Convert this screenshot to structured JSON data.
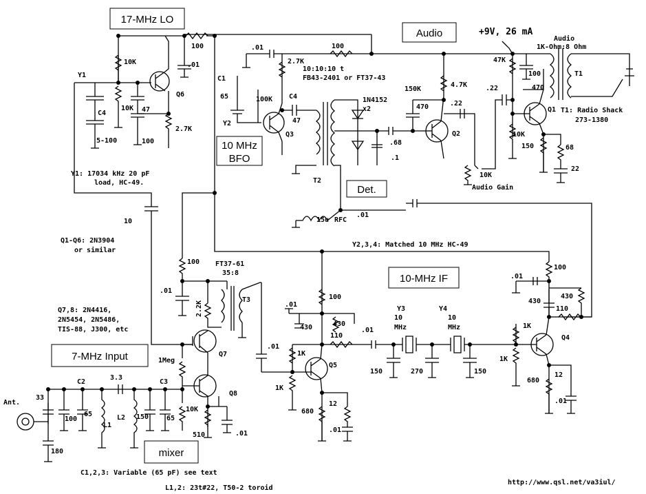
{
  "blocks": {
    "lo": "17-MHz LO",
    "audio": "Audio",
    "bfo_line1": "10 MHz",
    "bfo_line2": "BFO",
    "det": "Det.",
    "if": "10-MHz IF",
    "input": "7-MHz Input",
    "mixer": "mixer"
  },
  "supply": "+9V, 26 mA",
  "notes": {
    "y1_line1": "Y1: 17034 kHz 20 pF",
    "y1_line2": "load, HC-49.",
    "q1q6_line1": "Q1-Q6:  2N3904",
    "q1q6_line2": "or similar",
    "q78_line1": "Q7,8:  2N4416,",
    "q78_line2": "2N5454, 2N5486,",
    "q78_line3": "TIS-88, J300, etc",
    "crystals": "Y2,3,4:  Matched 10 MHz HC-49",
    "t2_line1": "10:10:10 t",
    "t2_line2": "FB43-2401 or FT37-43",
    "t1_line1": "T1: Radio Shack",
    "t1_line2": "273-1380",
    "audio_xfmr_line1": "Audio",
    "audio_xfmr_line2": "1K-Ohm:8 Ohm",
    "t3_line1": "FT37-61",
    "t3_line2": "35:8",
    "c123": "C1,2,3:  Variable (65 pF) see text",
    "l12": "L1,2:  23t#22, T50-2 toroid",
    "url": "http://www.qsl.net/va3iul/"
  },
  "labels": {
    "y1": "Y1",
    "c4_lo": "C4",
    "r10k_a": "10K",
    "r10k_b": "10K",
    "q6": "Q6",
    "c47_a": "47",
    "c100_a": "100",
    "r27k_a": "2.7K",
    "c5_100": "5-100",
    "r100_a": "100",
    "c01_a": ".01",
    "c01_b": ".01",
    "r27k_b": "2.7K",
    "r100_b": "100",
    "c1": "C1",
    "c65_a": "65",
    "r100k": "100K",
    "y2": "Y2",
    "q3": "Q3",
    "c4_bfo": "C4",
    "c47_b": "47",
    "d1": "1N4152",
    "d1x": "x2",
    "c68": ".68",
    "c1uf": ".1",
    "t2": "T2",
    "r47k_a": "4.7K",
    "r150k": "150K",
    "c470_a": "470",
    "c22_a": ".22",
    "q2": "Q2",
    "r10k_c": "10K",
    "audio_gain": "Audio Gain",
    "r47k_b": "47K",
    "c100_b": "100",
    "c22_b": ".22",
    "r470": "470",
    "t1": "T1",
    "q1": "Q1",
    "r10k_d": "10K",
    "r150": "150",
    "r68": "68",
    "c22uf": "22",
    "c10": "10",
    "l15u": "15u",
    "rfc": "RFC",
    "c01_c": ".01",
    "r100_c": "100",
    "c01_d": ".01",
    "r22k": "2.2K",
    "t3": "T3",
    "c01_e": ".01",
    "c430_a": "430",
    "r100_d": "100",
    "r430_a": "430",
    "r110_a": "110",
    "c01_f": ".01",
    "r1k_a": "1K",
    "q5": "Q5",
    "r1k_b": "1K",
    "r680_a": "680",
    "c12_a": "12",
    "c01_g": ".01",
    "y3": "Y3",
    "y3f1": "10",
    "y3f2": "MHz",
    "y4": "Y4",
    "y4f1": "10",
    "y4f2": "MHz",
    "c150_a": "150",
    "c270": "270",
    "c150_b": "150",
    "r100_e": "100",
    "c01_h": ".01",
    "c430_b": "430",
    "r430_b": "430",
    "r110_b": "110",
    "r1k_c": "1K",
    "r1k_d": "1K",
    "q4": "Q4",
    "r680_b": "680",
    "c12_b": "12",
    "c01_i": ".01",
    "q7": "Q7",
    "q8": "Q8",
    "rmeg": "1Meg",
    "r10k_e": "10K",
    "r510": "510",
    "c01_j": ".01",
    "c01_k": ".01",
    "ant": "Ant.",
    "c33": "33",
    "c180": "180",
    "c100_c": "100",
    "c2": "C2",
    "c65_b": "65",
    "l1": "L1",
    "c33b": "3.3",
    "l2": "L2",
    "c150_c": "150",
    "c3": "C3",
    "c65_c": "65"
  }
}
